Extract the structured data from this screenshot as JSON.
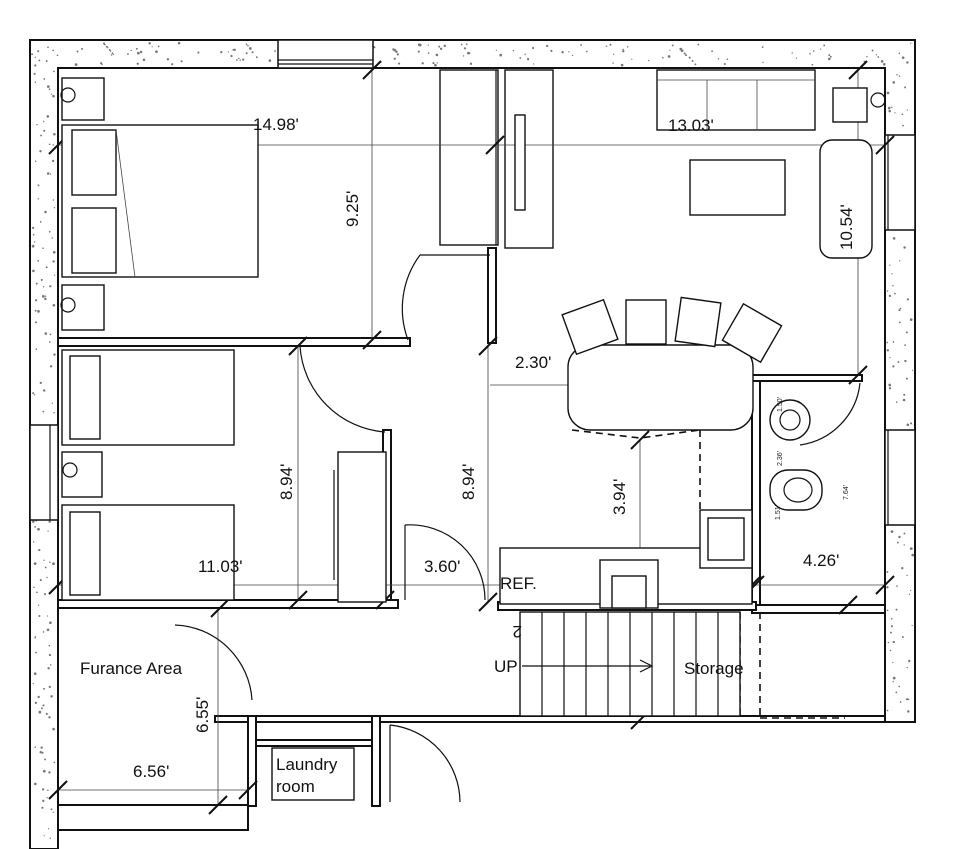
{
  "plan": {
    "dimensions": {
      "bedroom1_width": "14.98'",
      "bedroom1_depth": "9.25'",
      "living_width": "13.03'",
      "living_depth": "10.54'",
      "hall_width": "2.30'",
      "bedroom2_depth": "8.94'",
      "hall_length": "8.94'",
      "kitchen_depth": "3.94'",
      "bedroom2_width": "11.03'",
      "door_width": "3.60'",
      "bath_width": "4.26'",
      "furnace_depth": "6.55'",
      "furnace_width": "6.56'"
    },
    "bath_small_dims": {
      "a": "1.50'",
      "b": "2.36'",
      "c": "1.51'",
      "d": "7.64'"
    },
    "rooms": {
      "furnace": "Furance Area",
      "laundry_line1": "Laundry",
      "laundry_line2": "room",
      "storage": "Storage"
    },
    "labels": {
      "ref": "REF.",
      "up": "UP",
      "stair_mark": "2"
    }
  }
}
